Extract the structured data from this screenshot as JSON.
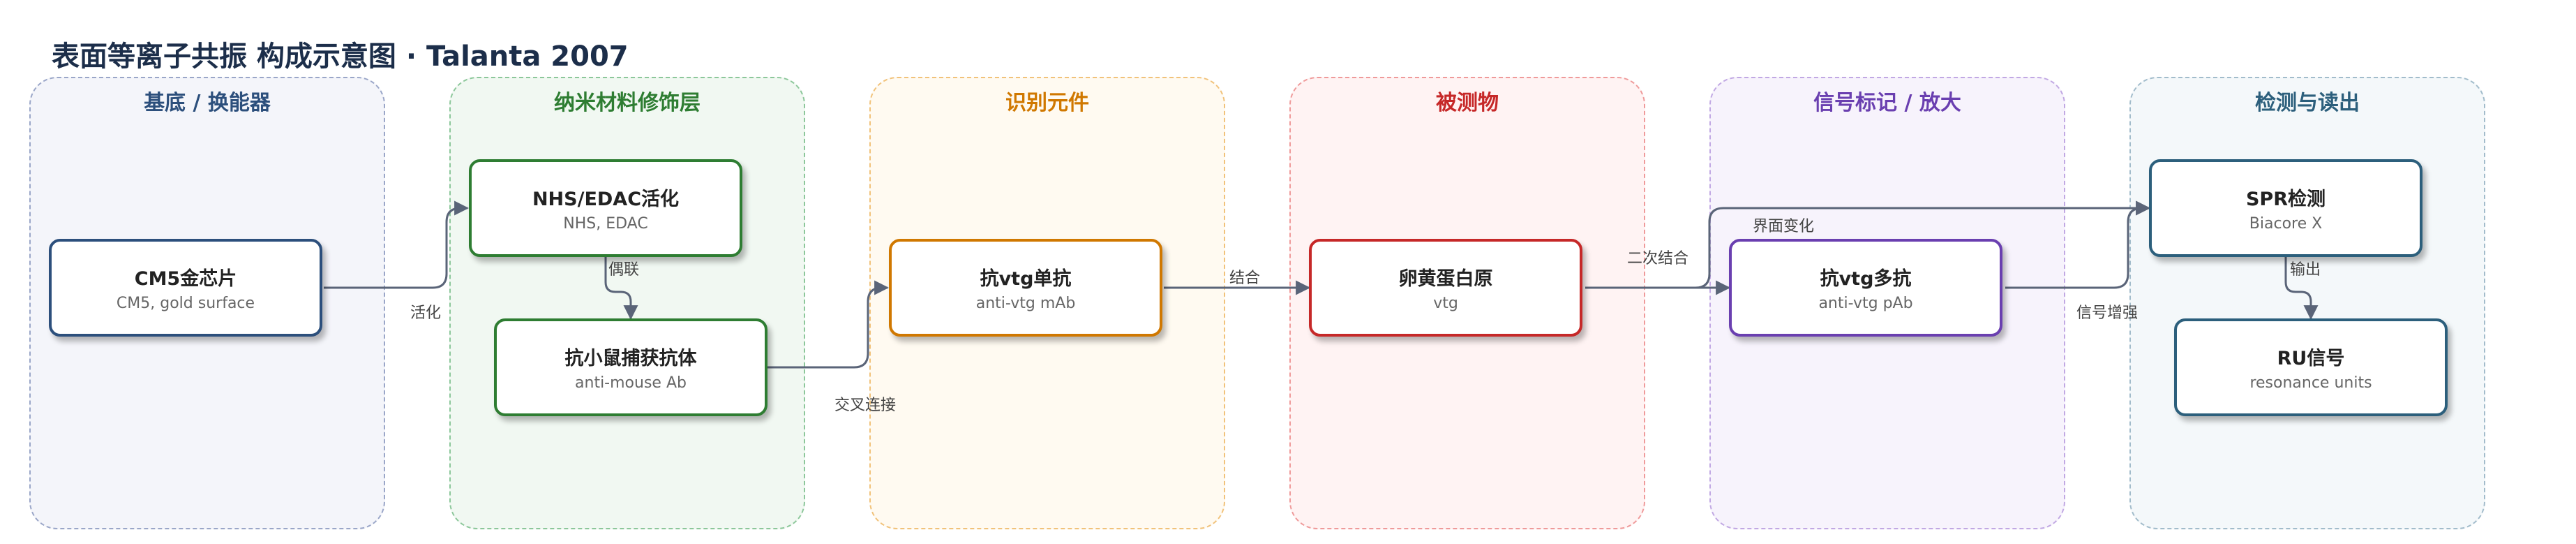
{
  "title": "表面等离子共振 构成示意图 · Talanta 2007",
  "lanes": [
    {
      "label": "基底 / 换能器",
      "color": "#2c4f7c",
      "border": "#9aa6c8",
      "fill": "#f4f5fa"
    },
    {
      "label": "纳米材料修饰层",
      "color": "#2e7d32",
      "border": "#8cc79a",
      "fill": "#f1f8f2"
    },
    {
      "label": "识别元件",
      "color": "#d07800",
      "border": "#f1c27a",
      "fill": "#fffaf1"
    },
    {
      "label": "被测物",
      "color": "#c62828",
      "border": "#ef9a9a",
      "fill": "#fff3f3"
    },
    {
      "label": "信号标记 / 放大",
      "color": "#6a3fb0",
      "border": "#c1a8e3",
      "fill": "#f7f3fc"
    },
    {
      "label": "检测与读出",
      "color": "#2c5f7c",
      "border": "#a2bccb",
      "fill": "#f4f8fa"
    }
  ],
  "nodes": {
    "chip": {
      "title": "CM5金芯片",
      "sub": "CM5, gold surface",
      "color": "#2c4f7c"
    },
    "nhs": {
      "title": "NHS/EDAC活化",
      "sub": "NHS, EDAC",
      "color": "#2e7d32"
    },
    "antimouse": {
      "title": "抗小鼠捕获抗体",
      "sub": "anti-mouse Ab",
      "color": "#2e7d32"
    },
    "mab": {
      "title": "抗vtg单抗",
      "sub": "anti-vtg mAb",
      "color": "#d07800"
    },
    "vtg": {
      "title": "卵黄蛋白原",
      "sub": "vtg",
      "color": "#c62828"
    },
    "pab": {
      "title": "抗vtg多抗",
      "sub": "anti-vtg pAb",
      "color": "#6a3fb0"
    },
    "spr": {
      "title": "SPR检测",
      "sub": "Biacore X",
      "color": "#2c5f7c"
    },
    "ru": {
      "title": "RU信号",
      "sub": "resonance units",
      "color": "#2c5f7c"
    }
  },
  "edges": {
    "activate": "活化",
    "couple": "偶联",
    "crosslink": "交叉连接",
    "bind": "结合",
    "secondary": "二次结合",
    "interface": "界面变化",
    "amplify": "信号增强",
    "output": "输出"
  },
  "edge_color": "#5a6478"
}
